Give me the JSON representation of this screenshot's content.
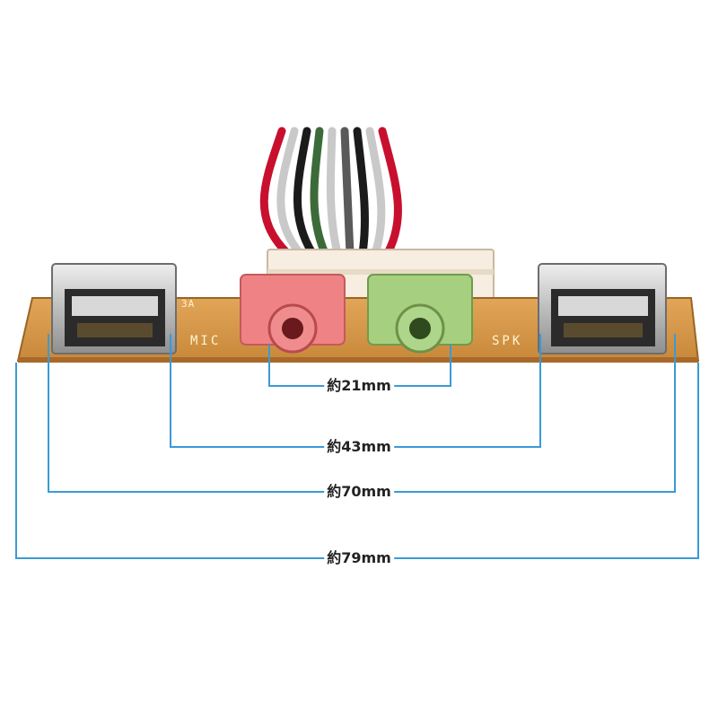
{
  "board": {
    "silkscreen": {
      "mic": "MIC",
      "spk": "SPK",
      "current": "3A"
    },
    "colors": {
      "pcb": "#d99a45",
      "mic_jack": "#ee7e80",
      "spk_jack": "#9ec97a",
      "connector": "#f5eadc",
      "usb_metal": "#c8c8c8",
      "dimension_line": "#3a9ad6",
      "wire_colors": [
        "#c8102e",
        "#c9c9c9",
        "#1b1b1b",
        "#3c6b3a",
        "#c9c9c9",
        "#5a5a5a",
        "#1b1b1b",
        "#c9c9c9",
        "#c8102e"
      ]
    }
  },
  "dimensions": [
    {
      "label": "約21mm"
    },
    {
      "label": "約43mm"
    },
    {
      "label": "約70mm"
    },
    {
      "label": "約79mm"
    }
  ]
}
